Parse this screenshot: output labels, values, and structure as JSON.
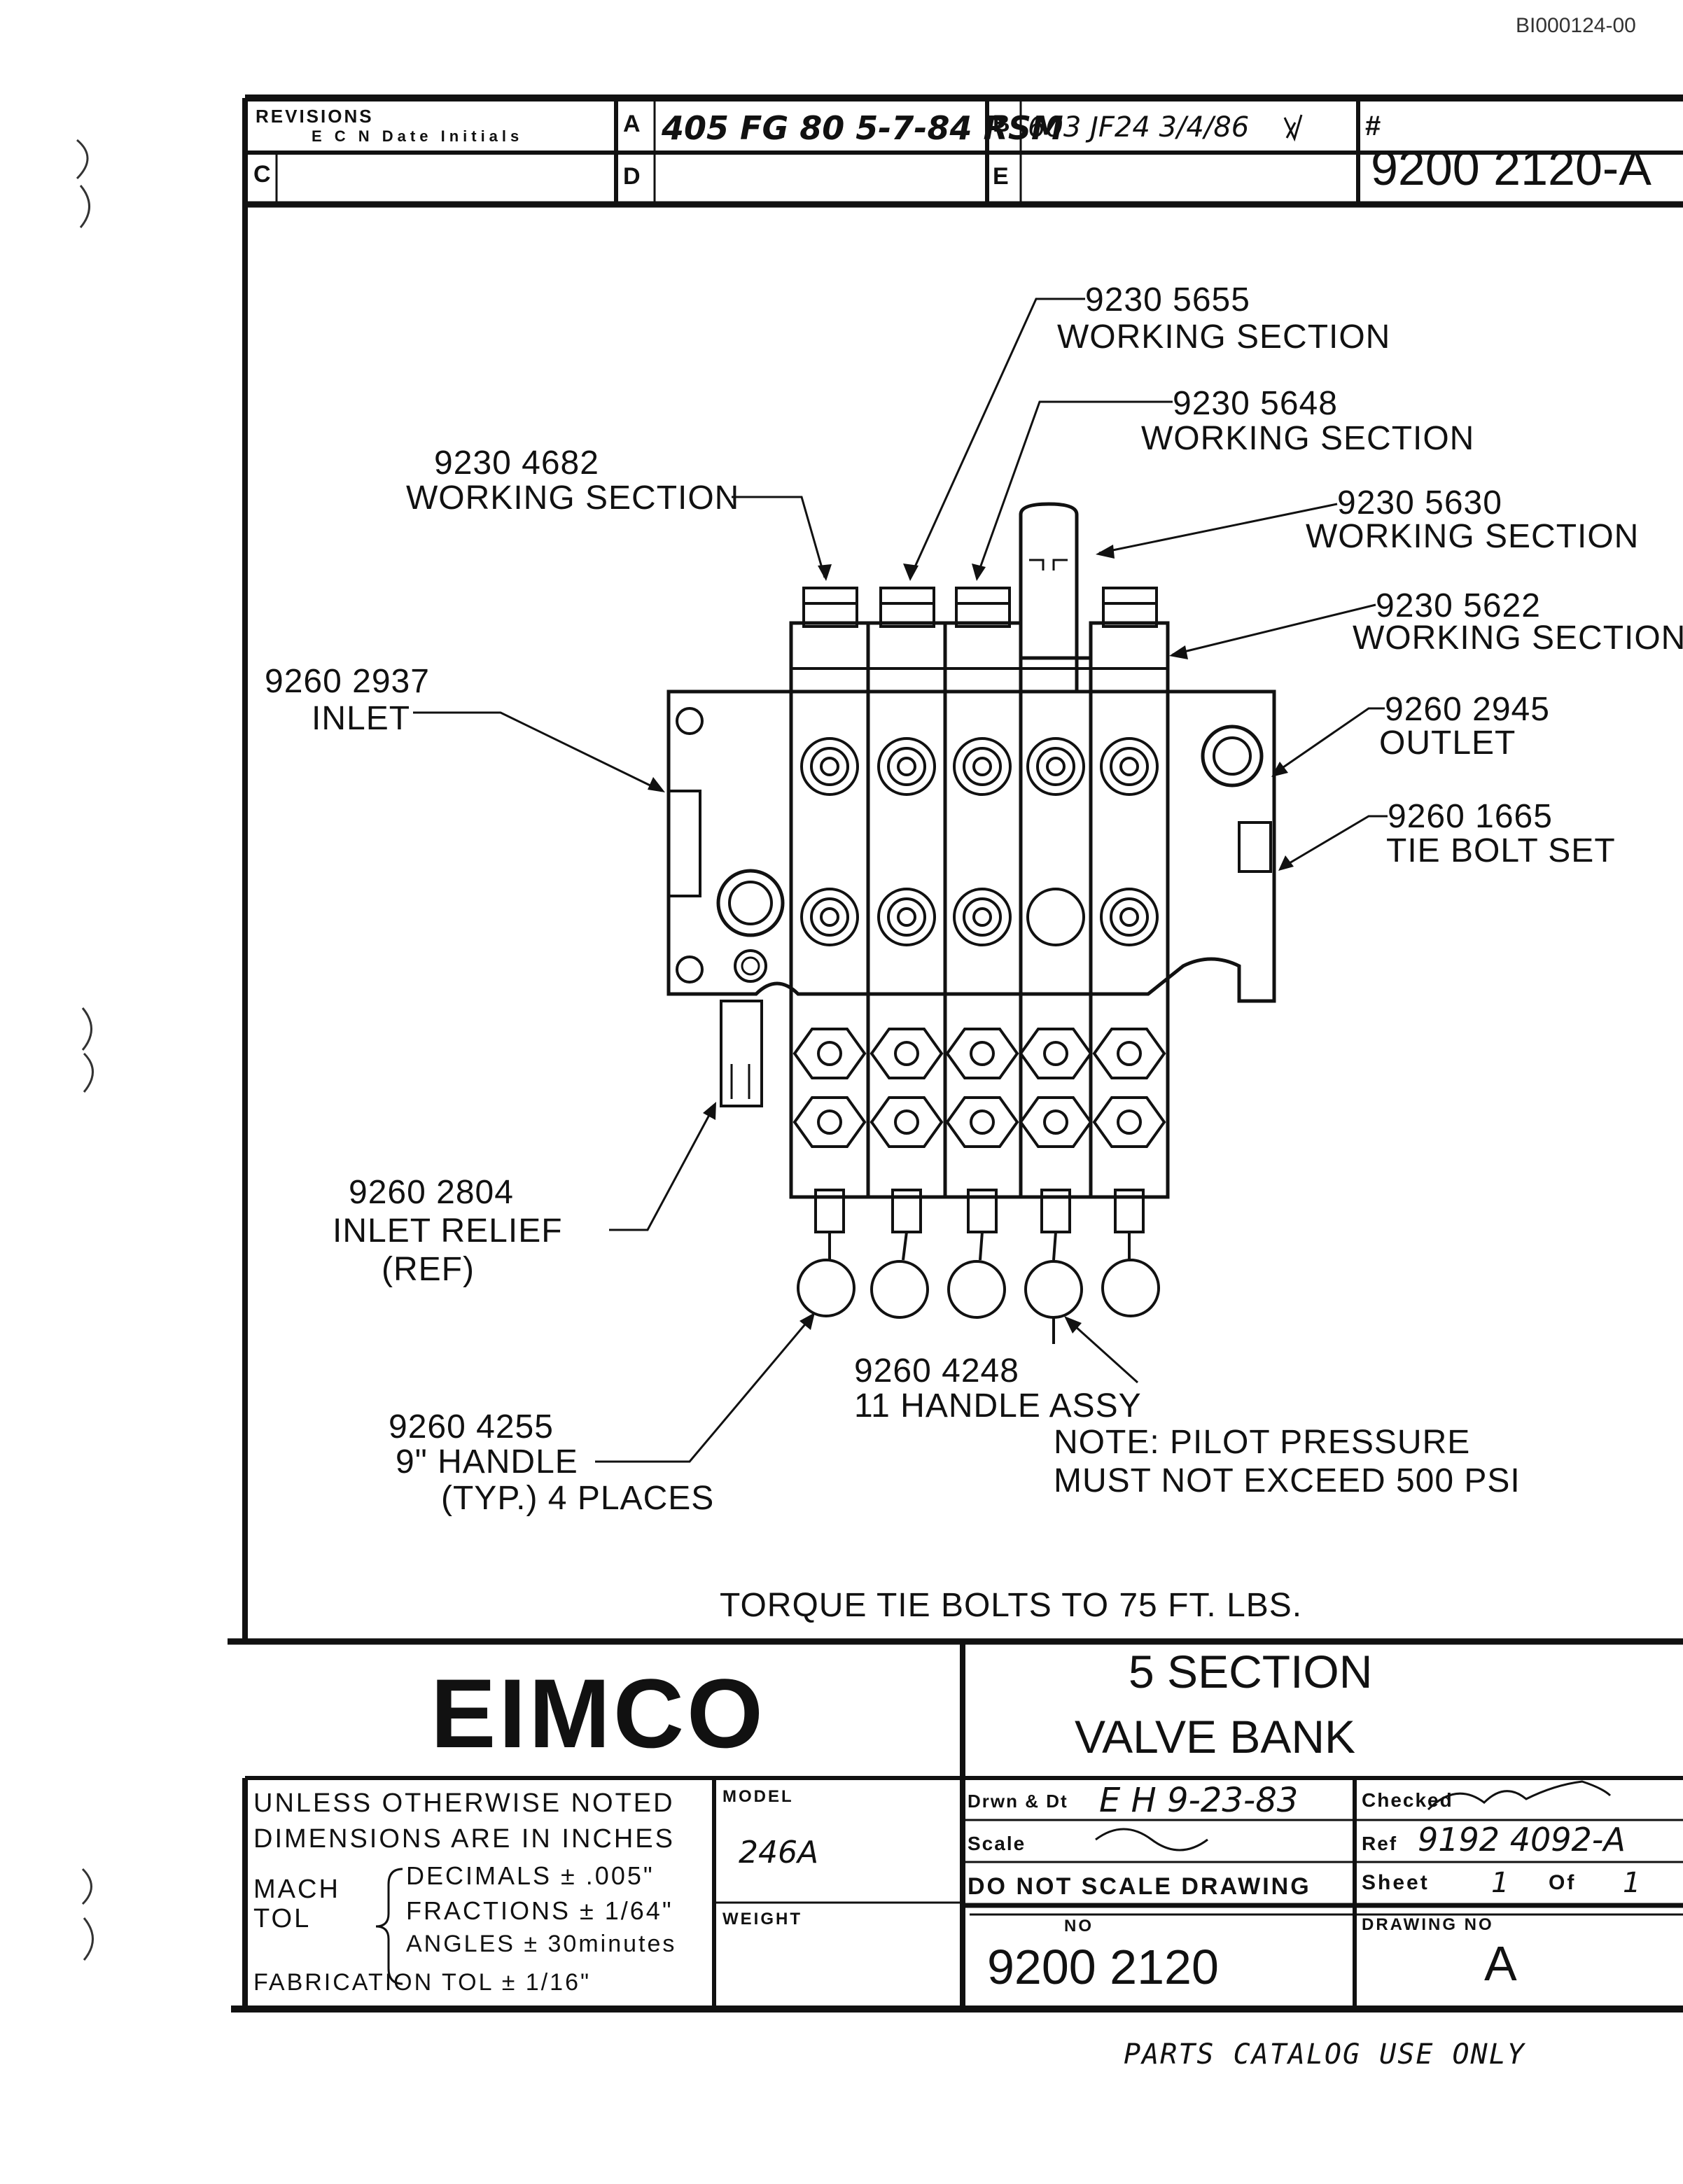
{
  "doc_id": "BI000124-00",
  "revisions": {
    "title": "REVISIONS",
    "subtitle": "E C N Date Initials",
    "cell_a_letter": "A",
    "cell_a_value": "405 FG 80 5-7-84 RSM",
    "cell_b_letter": "B",
    "cell_b_value": "603 JF24 3/4/86",
    "cell_b_initials": "M",
    "cell_c_letter": "C",
    "cell_d_letter": "D",
    "cell_e_letter": "E",
    "number_symbol": "#",
    "number_value": "9200 2120-A"
  },
  "callouts": {
    "c1_num": "9230 5655",
    "c1_desc": "WORKING SECTION",
    "c2_num": "9230 5648",
    "c2_desc": "WORKING SECTION",
    "c3_num": "9230 4682",
    "c3_desc": "WORKING SECTION",
    "c4_num": "9230 5630",
    "c4_desc": "WORKING SECTION",
    "c5_num": "9230 5622",
    "c5_desc": "WORKING SECTION",
    "c6_num": "9260 2937",
    "c6_desc": "INLET",
    "c7_num": "9260 2945",
    "c7_desc": "OUTLET",
    "c8_num": "9260 1665",
    "c8_desc": "TIE BOLT SET",
    "c9_num": "9260 2804",
    "c9_desc": "INLET RELIEF",
    "c9_ref": "(REF)",
    "c10_num": "9260 4248",
    "c10_desc": "11 HANDLE ASSY",
    "c11_num": "9260 4255",
    "c11_desc": "9\" HANDLE",
    "c11_places": "(TYP.) 4 PLACES"
  },
  "notes": {
    "note_line1": "NOTE: PILOT PRESSURE",
    "note_line2": "MUST NOT EXCEED 500 PSI",
    "torque": "TORQUE TIE BOLTS TO 75 FT. LBS."
  },
  "title_block": {
    "company": "EIMCO",
    "title_line1": "5 SECTION",
    "title_line2": "VALVE BANK",
    "tol_line1": "UNLESS OTHERWISE NOTED",
    "tol_line2": "DIMENSIONS ARE IN INCHES",
    "mach": "MACH",
    "tol": "TOL",
    "decimals": "DECIMALS ± .005\"",
    "fractions": "FRACTIONS ± 1/64\"",
    "angles": "ANGLES ± 30minutes",
    "fab_tol": "FABRICATION TOL ± 1/16\"",
    "model_label": "MODEL",
    "model_value": "246A",
    "weight_label": "WEIGHT",
    "drawn_label": "Drwn & Dt",
    "drawn_value": "E H 9-23-83",
    "checked_label": "Checked",
    "scale_label": "Scale",
    "scale_value": "—#—",
    "ref_label": "Ref",
    "ref_value": "9192 4092-A",
    "do_not_scale": "DO NOT SCALE DRAWING",
    "sheet_label": "Sheet",
    "sheet_value": "1",
    "of_label": "Of",
    "of_value": "1",
    "no_label": "NO",
    "no_value": "9200 2120",
    "drawing_no_label": "DRAWING NO",
    "drawing_no_value": "A"
  },
  "footer": "PARTS CATALOG USE ONLY"
}
